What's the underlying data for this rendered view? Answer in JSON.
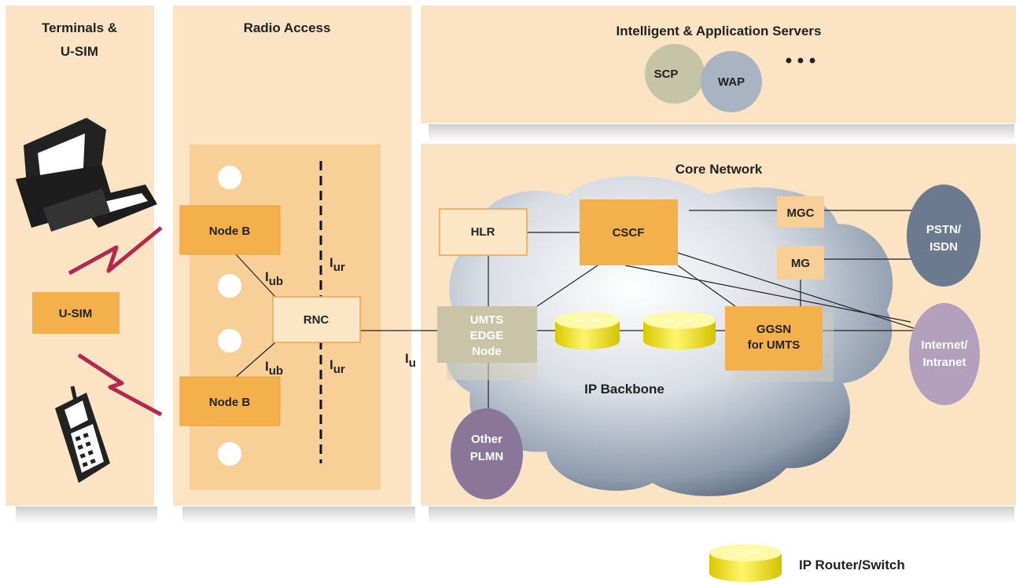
{
  "panels": {
    "terminals_title_line1": "Terminals &",
    "terminals_title_line2": "U-SIM",
    "radio_title": "Radio Access",
    "servers_title": "Intelligent & Application Servers",
    "core_title": "Core Network"
  },
  "servers": {
    "scp": "SCP",
    "wap": "WAP",
    "more": "• • •"
  },
  "terminals": {
    "usim": "U-SIM"
  },
  "radio": {
    "node_b_top": "Node B",
    "node_b_bottom": "Node B",
    "rnc": "RNC",
    "iub_base": "I",
    "iub_sub": "ub",
    "iur_base": "I",
    "iur_sub": "ur",
    "iu_base": "I",
    "iu_sub": "u"
  },
  "core": {
    "hlr": "HLR",
    "cscf": "CSCF",
    "mgc": "MGC",
    "mg": "MG",
    "umts_edge_line1": "UMTS",
    "umts_edge_line2": "EDGE",
    "umts_edge_line3": "Node",
    "ggsn_line1": "GGSN",
    "ggsn_line2": "for UMTS",
    "backbone": "IP Backbone",
    "pstn_line1": "PSTN/",
    "pstn_line2": "ISDN",
    "internet_line1": "Internet/",
    "internet_line2": "Intranet",
    "other_line1": "Other",
    "other_line2": "PLMN"
  },
  "legend": {
    "router_label": "IP Router/Switch"
  },
  "colors": {
    "panel": "#fbe3c4",
    "radio_inner": "#f8cf97",
    "node_orange": "#f4b04a",
    "rnc_fill": "#fde6c6",
    "umts_fill": "#c9c4a8",
    "pstn": "#6b7a8e",
    "internet": "#b3a0bd",
    "other_plmn": "#8a7699",
    "scp": "#c6c4a6",
    "wap": "#a9b3c1",
    "router": "#f5ee3c",
    "zigzag": "#b3294e"
  }
}
